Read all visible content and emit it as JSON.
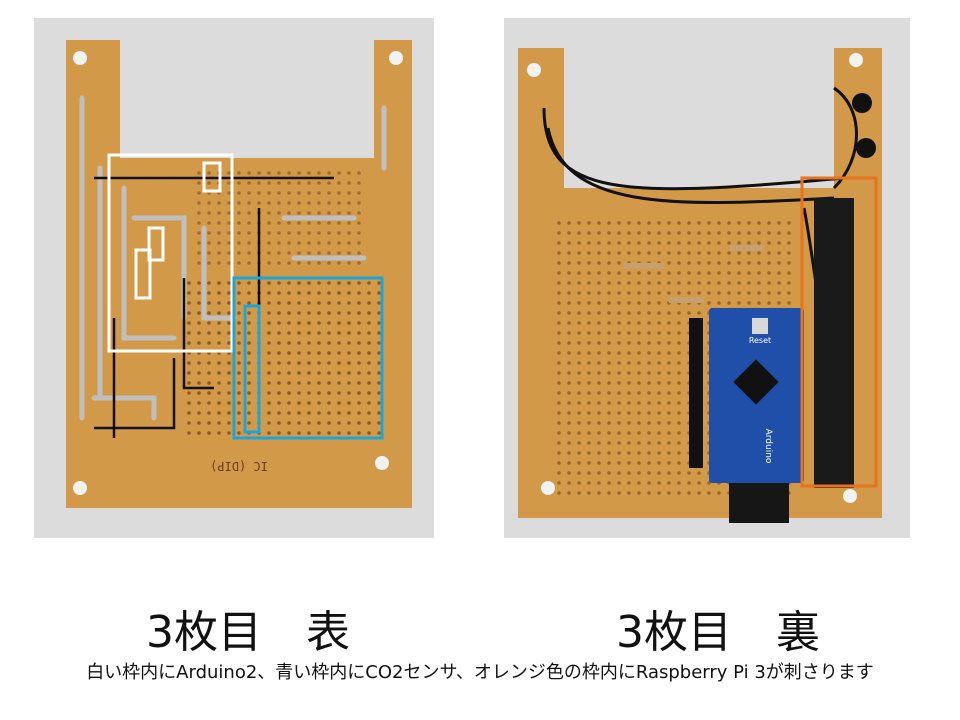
{
  "photos": {
    "front": {
      "label": "IC (DIP)"
    },
    "back": {
      "labels": [
        "Arduino",
        "Reset"
      ]
    }
  },
  "titles": {
    "front": "3枚目　表",
    "back": "3枚目　裏"
  },
  "caption": "白い枠内にArduino2、青い枠内にCO2センサ、オレンジ色の枠内にRaspberry Pi 3が刺さります",
  "colors": {
    "board": "#d29a48",
    "backdrop": "#dcdcdc",
    "white_frame": "#ffffff",
    "blue_frame": "#1aa6dc",
    "orange_frame": "#e8731c",
    "arduino_pcb": "#1f4fa8"
  }
}
